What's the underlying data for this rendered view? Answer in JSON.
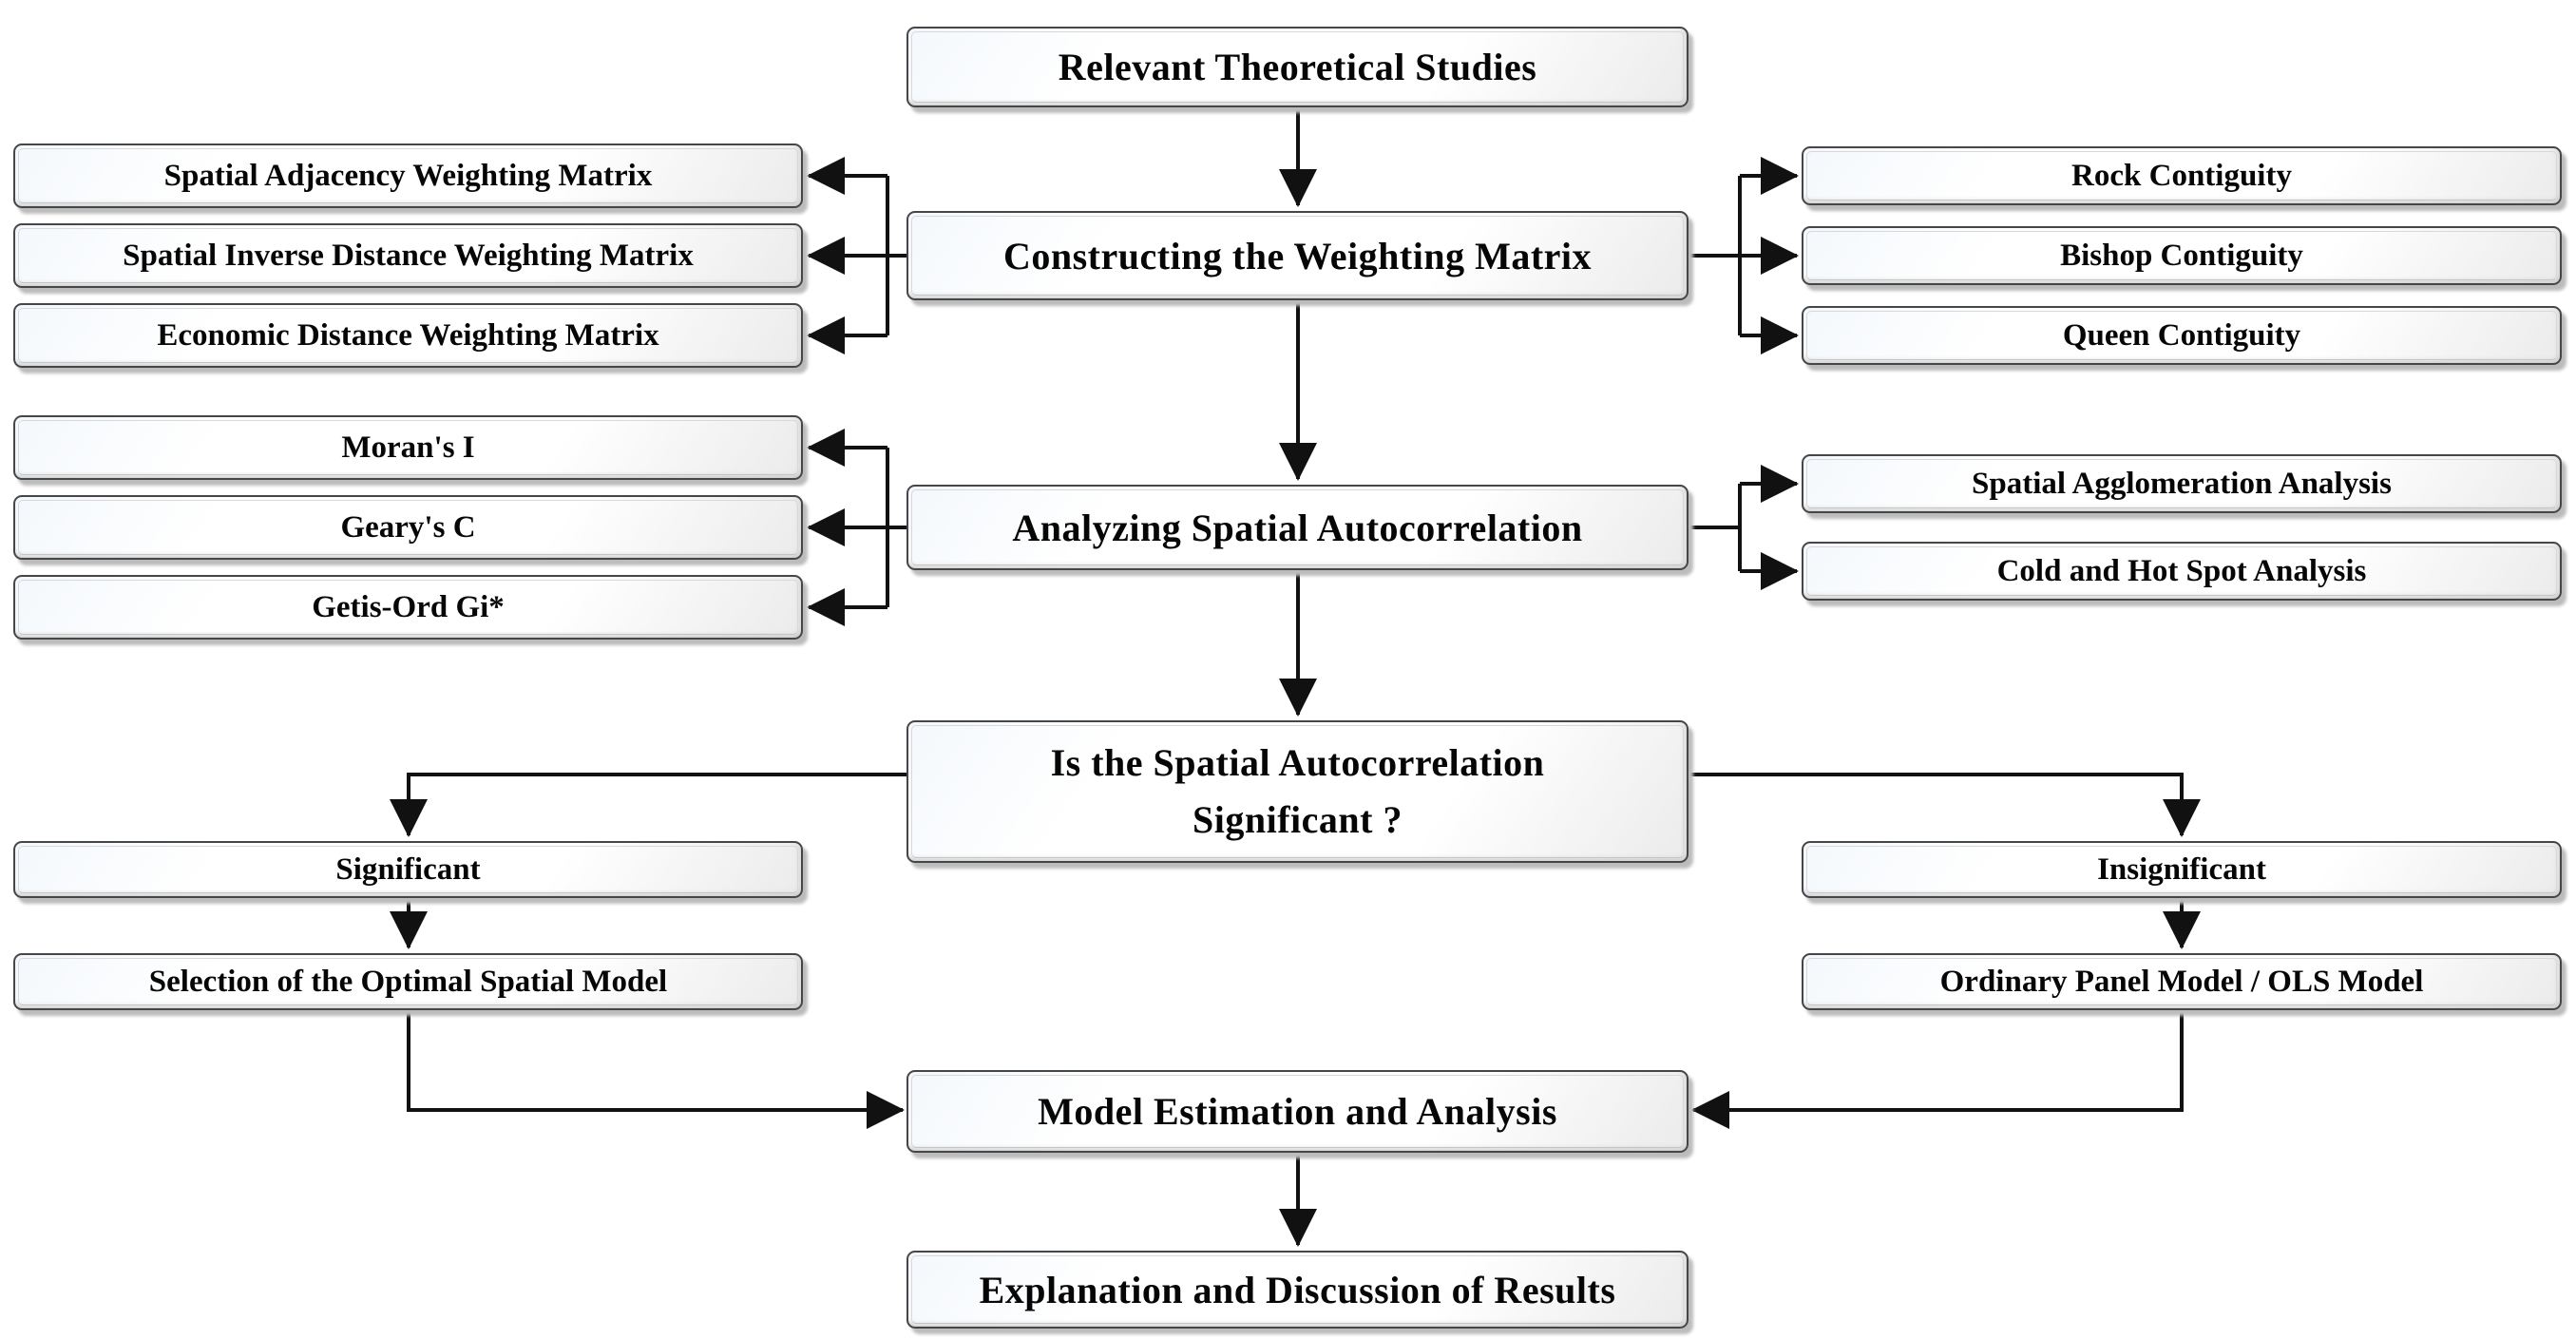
{
  "colors": {
    "background": "#ffffff",
    "box_fill": "#ffffff",
    "box_border": "#464646",
    "connector_line": "#111111",
    "drop_shadow": "#bcbcbc",
    "text": "#060606"
  },
  "flowchart": {
    "nodes": {
      "relevant": {
        "label": "Relevant Theoretical Studies"
      },
      "constructing": {
        "label": "Constructing the Weighting Matrix"
      },
      "adjacency": {
        "label": "Spatial Adjacency Weighting Matrix"
      },
      "inverse": {
        "label": "Spatial Inverse Distance Weighting Matrix"
      },
      "economic": {
        "label": "Economic Distance Weighting Matrix"
      },
      "rock": {
        "label": "Rock Contiguity"
      },
      "bishop": {
        "label": "Bishop Contiguity"
      },
      "queen": {
        "label": "Queen Contiguity"
      },
      "analyzing": {
        "label": "Analyzing Spatial Autocorrelation"
      },
      "moran": {
        "label": "Moran's I"
      },
      "geary": {
        "label": "Geary's C"
      },
      "getis": {
        "label": "Getis-Ord Gi*"
      },
      "agglomeration": {
        "label": "Spatial Agglomeration Analysis"
      },
      "coldhot": {
        "label": "Cold and Hot Spot Analysis"
      },
      "decision": {
        "line1": "Is the Spatial Autocorrelation",
        "line2": "Significant ?"
      },
      "significant": {
        "label": "Significant"
      },
      "insignificant": {
        "label": "Insignificant"
      },
      "selection": {
        "label": "Selection of the Optimal Spatial Model"
      },
      "ordinary": {
        "label": "Ordinary Panel Model / OLS Model"
      },
      "estimation": {
        "label": "Model Estimation and Analysis"
      },
      "explanation": {
        "label": "Explanation and Discussion of Results"
      }
    }
  }
}
